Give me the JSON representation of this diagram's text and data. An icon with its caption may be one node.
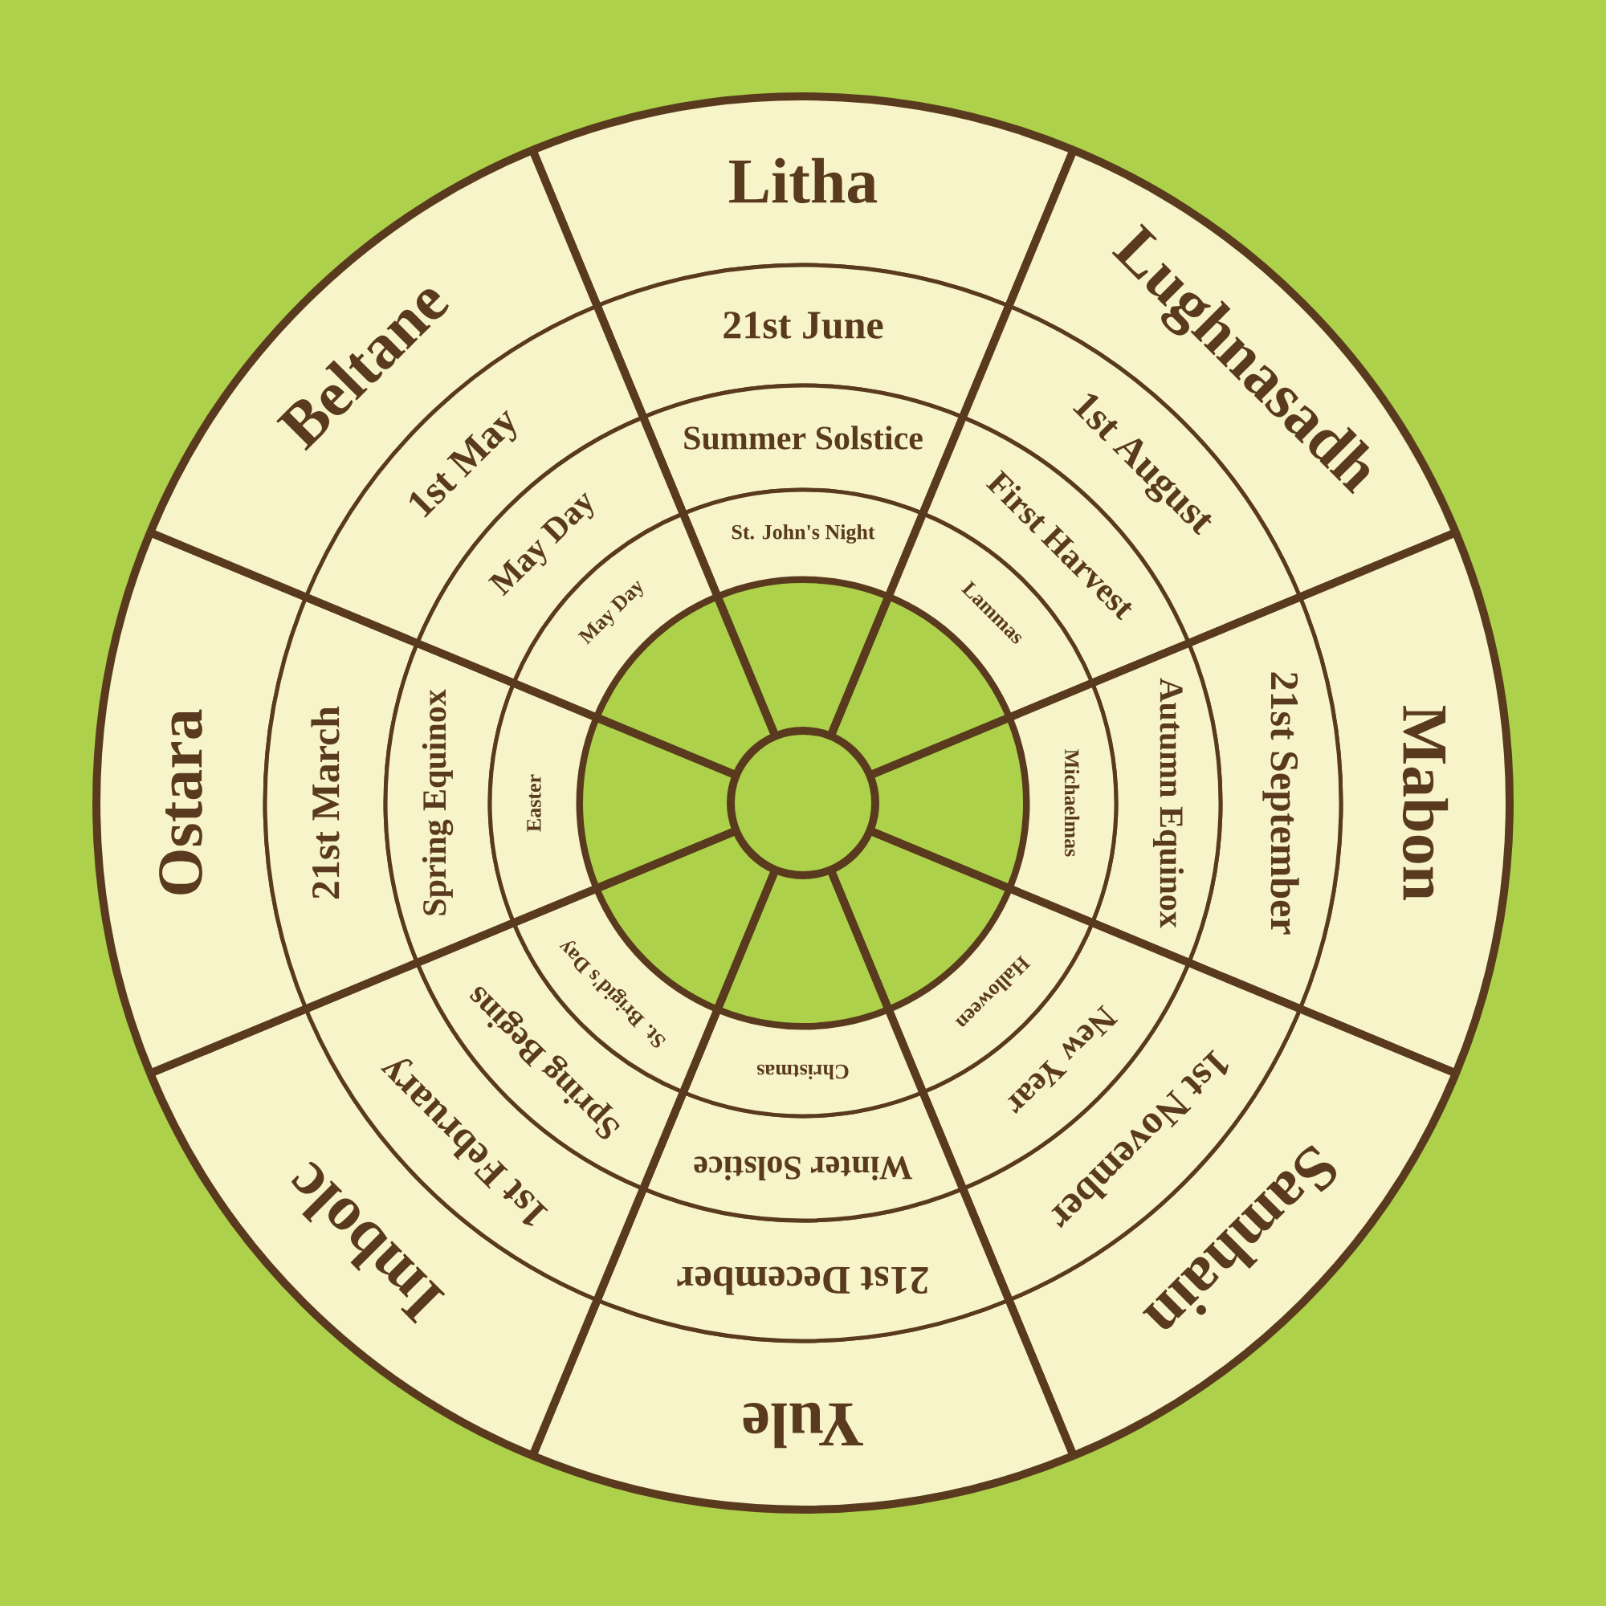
{
  "diagram": {
    "nodes": [
      {
        "text": [
          "Litha"
        ]
      },
      {
        "text": [
          "21st June"
        ]
      },
      {
        "text": [
          "Summer Solstice"
        ]
      },
      {
        "text": [
          "St. John's Night"
        ]
      },
      {
        "text": [
          "Lughnasadh"
        ]
      },
      {
        "text": [
          "1st August"
        ]
      },
      {
        "text": [
          "First Harvest"
        ]
      },
      {
        "text": [
          "Lammas"
        ]
      },
      {
        "text": [
          "Mabon"
        ]
      },
      {
        "text": [
          "21st September"
        ]
      },
      {
        "text": [
          "Autumn Equinox"
        ]
      },
      {
        "text": [
          "Michaelmas"
        ]
      },
      {
        "text": [
          "Samhain"
        ]
      },
      {
        "text": [
          "1st November"
        ]
      },
      {
        "text": [
          "New Year"
        ]
      },
      {
        "text": [
          "Halloween"
        ]
      },
      {
        "text": [
          "Yule"
        ]
      },
      {
        "text": [
          "21st December"
        ]
      },
      {
        "text": [
          "Winter Solstice"
        ]
      },
      {
        "text": [
          "Christmas"
        ]
      },
      {
        "text": [
          "Imbolc"
        ]
      },
      {
        "text": [
          "1st February"
        ]
      },
      {
        "text": [
          "Spring Begins"
        ]
      },
      {
        "text": [
          "St. Brigid's Day"
        ]
      },
      {
        "text": [
          "Ostara"
        ]
      },
      {
        "text": [
          "21st March"
        ]
      },
      {
        "text": [
          "Spring Equinox"
        ]
      },
      {
        "text": [
          "Easter"
        ]
      },
      {
        "text": [
          "Beltane"
        ]
      },
      {
        "text": [
          "1st May"
        ]
      },
      {
        "text": [
          "May Day"
        ]
      },
      {
        "text": [
          "May Day"
        ]
      }
    ]
  }
}
